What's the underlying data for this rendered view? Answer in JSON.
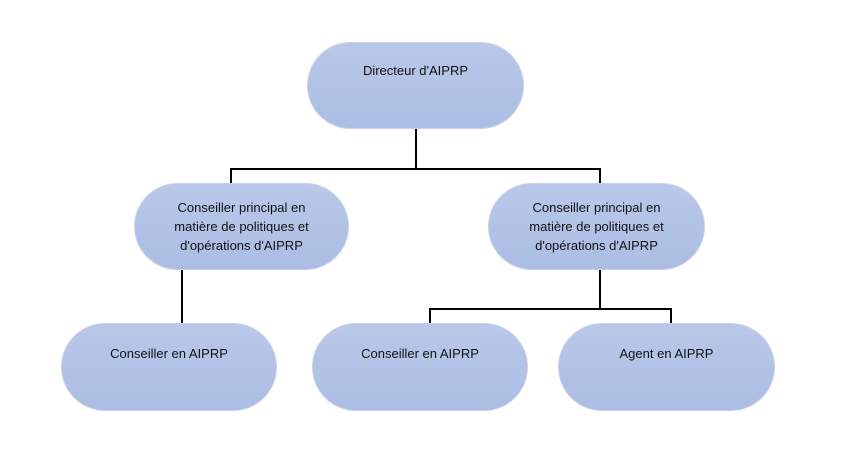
{
  "org_chart": {
    "director": {
      "label": "Directeur d'AIPRP"
    },
    "advisor_left": {
      "label": "Conseiller principal en matière de politiques et d'opérations d'AIPRP"
    },
    "advisor_right": {
      "label": "Conseiller principal en matière de politiques et d'opérations d'AIPRP"
    },
    "staff_left": {
      "label": "Conseiller en AIPRP"
    },
    "staff_middle": {
      "label": "Conseiller en AIPRP"
    },
    "staff_right": {
      "label": "Agent en AIPRP"
    }
  },
  "colors": {
    "node_fill": "#b3c3e6",
    "connector": "#000000"
  }
}
